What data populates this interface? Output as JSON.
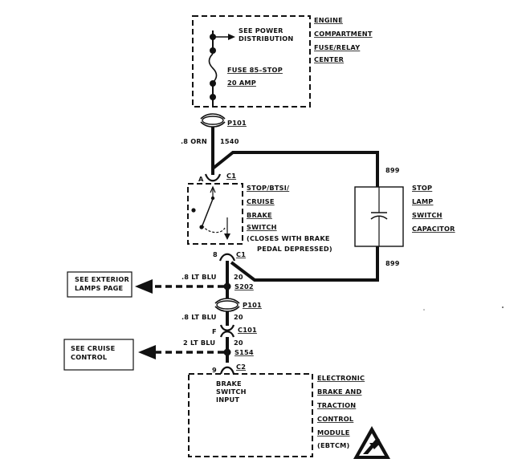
{
  "fuse_block": {
    "power_ref": [
      "SEE POWER",
      "DISTRIBUTION"
    ],
    "fuse_label": "FUSE 85–STOP",
    "fuse_rating": "20 AMP",
    "box_label": [
      "ENGINE",
      "COMPARTMENT",
      "FUSE/RELAY",
      "CENTER"
    ]
  },
  "connectors": {
    "p101_top": "P101",
    "c1_top_pin": "A",
    "c1_top": "C1",
    "c1_bottom_pin": "8",
    "c1_bottom": "C1",
    "s202": "S202",
    "p101_bottom": "P101",
    "c101_pin": "F",
    "c101": "C101",
    "s154": "S154",
    "c2_pin": "9",
    "c2": "C2"
  },
  "wires": {
    "w_orn_color": ".8 ORN",
    "w_orn_circuit": "1540",
    "w_cap_top": "899",
    "w_cap_bottom": "899",
    "w1_color": ".8 LT BLU",
    "w1_circuit": "20",
    "w2_color": ".8 LT BLU",
    "w2_circuit": "20",
    "w3_color": "2 LT BLU",
    "w3_circuit": "20"
  },
  "brake_switch": {
    "label": [
      "STOP/BTSI/",
      "CRUISE",
      "BRAKE",
      "SWITCH"
    ],
    "note": [
      "(CLOSES WITH BRAKE",
      "PEDAL DEPRESSED)"
    ]
  },
  "capacitor": {
    "label": [
      "STOP",
      "LAMP",
      "SWITCH",
      "CAPACITOR"
    ]
  },
  "refs": {
    "exterior_lamps": [
      "SEE EXTERIOR",
      "LAMPS PAGE"
    ],
    "cruise_control": [
      "SEE CRUISE",
      "CONTROL"
    ]
  },
  "module": {
    "input_label": [
      "BRAKE",
      "SWITCH",
      "INPUT"
    ],
    "label": [
      "ELECTRONIC",
      "BRAKE AND",
      "TRACTION",
      "CONTROL",
      "MODULE",
      "(EBTCM)"
    ]
  },
  "icons": {
    "esd": "esd-warning-icon"
  }
}
